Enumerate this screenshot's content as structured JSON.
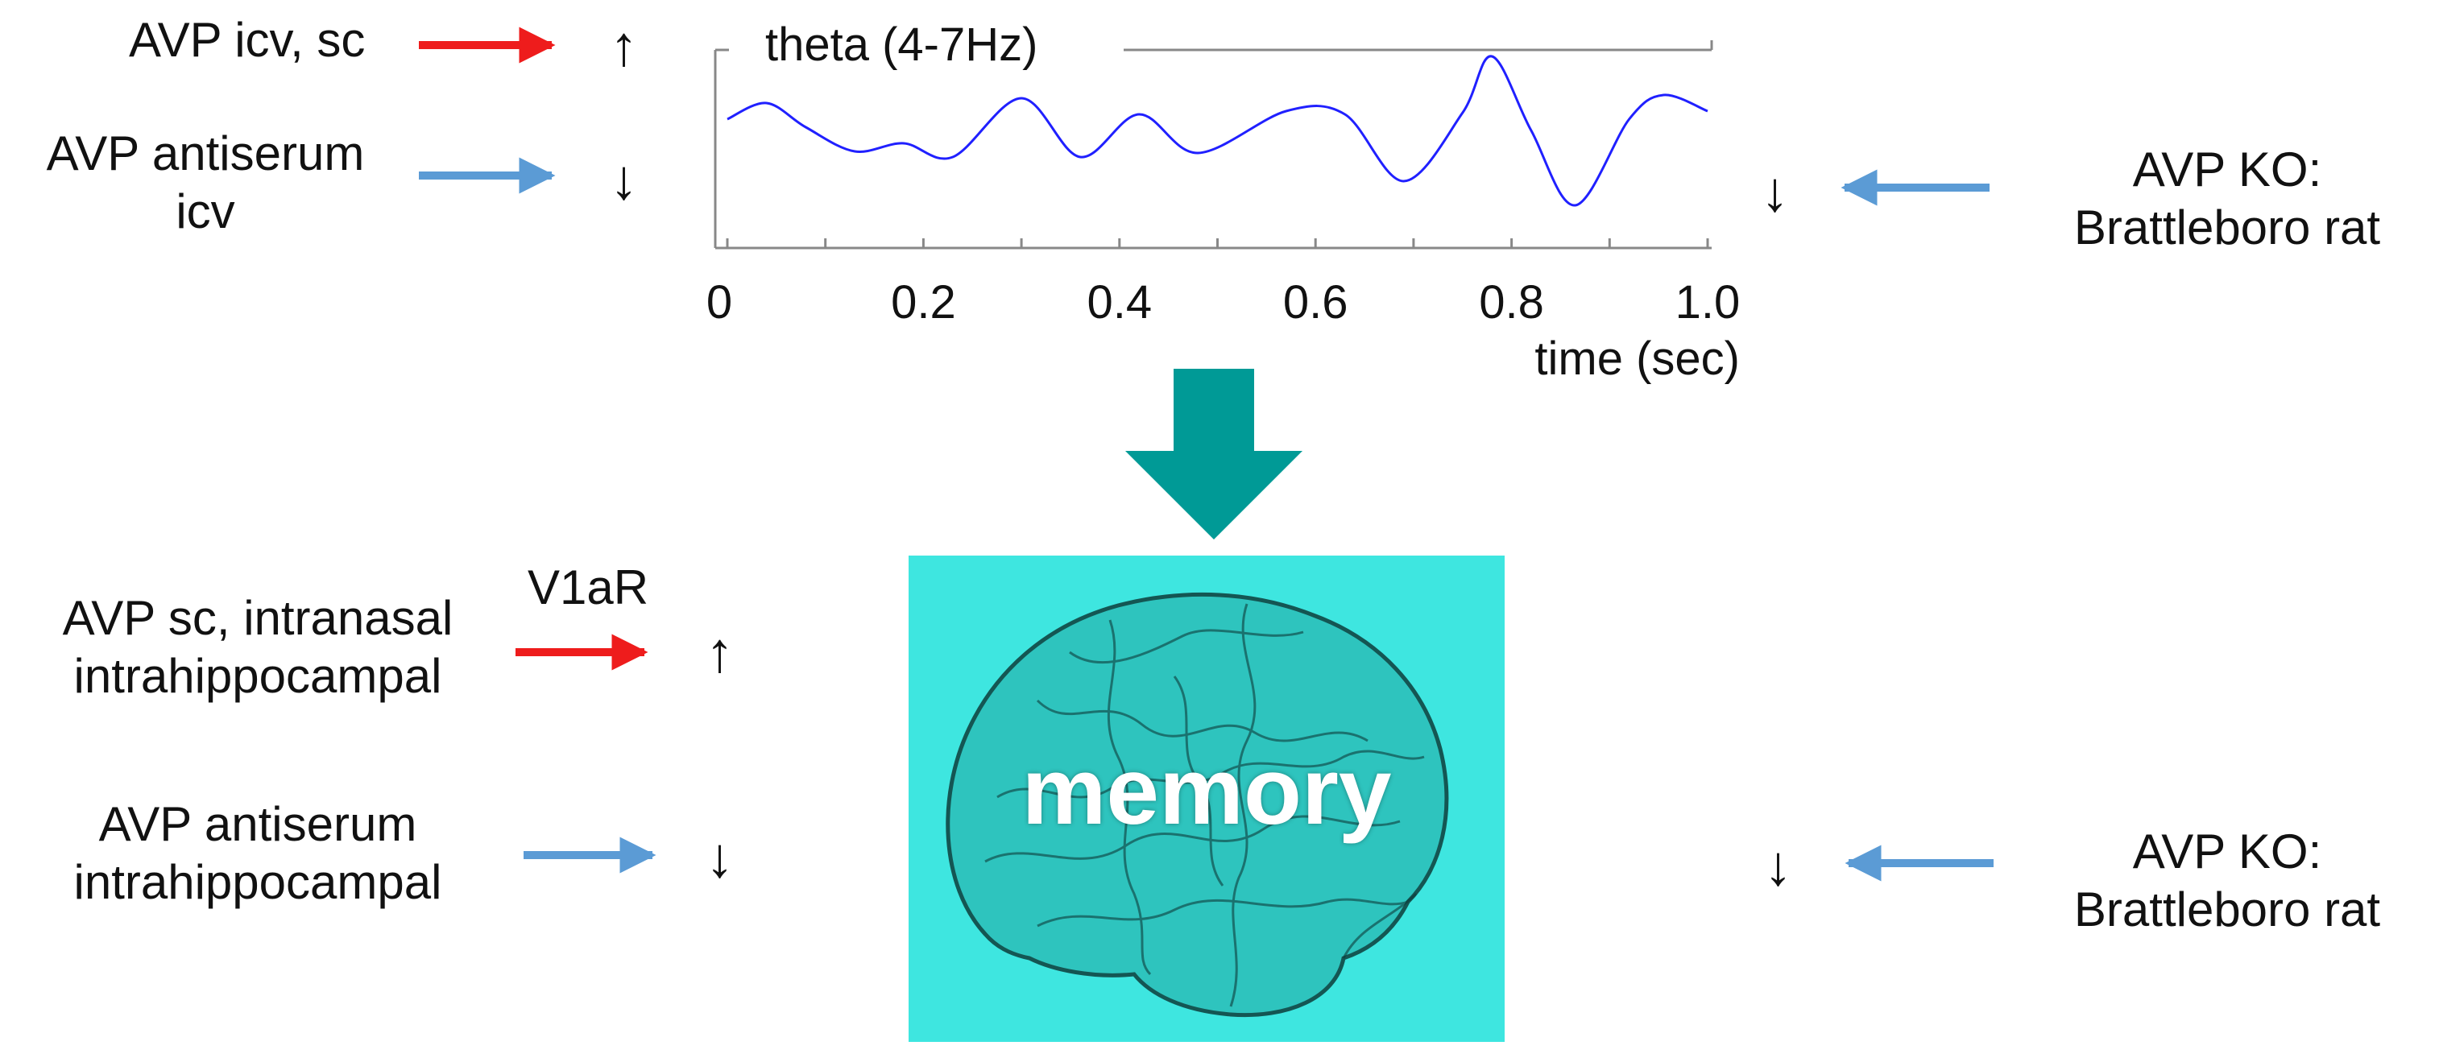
{
  "top": {
    "left_label_1": "AVP icv, sc",
    "left_label_2a": "AVP antiserum",
    "left_label_2b": "icv",
    "right_label_a": "AVP KO:",
    "right_label_b": "Brattleboro rat",
    "up_symbol": "↑",
    "down_symbol": "↓"
  },
  "bottom": {
    "v1ar_label": "V1aR",
    "left_label_1a": "AVP sc, intranasal",
    "left_label_1b": "intrahippocampal",
    "left_label_2a": "AVP antiserum",
    "left_label_2b": "intrahippocampal",
    "right_label_a": "AVP KO:",
    "right_label_b": "Brattleboro rat",
    "up_symbol": "↑",
    "down_symbol": "↓"
  },
  "center": {
    "memory_label": "memory"
  },
  "colors": {
    "increase": "#ee1c1c",
    "decrease": "#5b9bd5",
    "big_arrow": "#009a96",
    "panel": "#3ee6e0",
    "trace": "#2020ff"
  },
  "chart_data": {
    "type": "line",
    "title": "theta (4-7Hz)",
    "xlabel": "time (sec)",
    "ylabel": "",
    "xlim": [
      0,
      1.0
    ],
    "ylim": [
      -1,
      1
    ],
    "xticks": [
      0,
      0.2,
      0.4,
      0.6,
      0.8,
      1.0
    ],
    "xtick_labels": [
      "0",
      "0.2",
      "0.4",
      "0.6",
      "0.8",
      "1.0"
    ],
    "grid": false,
    "series": [
      {
        "x": [
          0,
          0.04,
          0.08,
          0.13,
          0.18,
          0.23,
          0.3,
          0.36,
          0.42,
          0.48,
          0.57,
          0.63,
          0.69,
          0.75,
          0.78,
          0.82,
          0.865,
          0.92,
          0.955,
          1.0
        ],
        "y": [
          0.22,
          0.42,
          0.12,
          -0.18,
          -0.08,
          -0.25,
          0.48,
          -0.25,
          0.28,
          -0.2,
          0.32,
          0.28,
          -0.55,
          0.3,
          1.0,
          0.08,
          -0.85,
          0.22,
          0.52,
          0.32
        ]
      }
    ]
  }
}
